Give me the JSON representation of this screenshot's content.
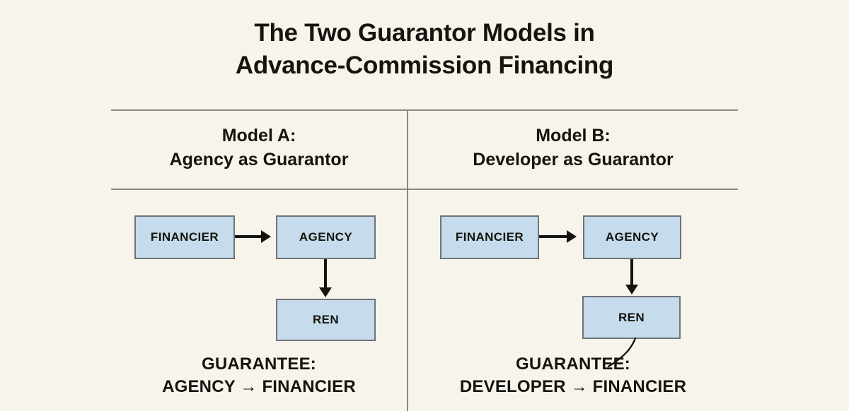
{
  "title": {
    "line1": "The Two Guarantor Models in",
    "line2": "Advance-Commission Financing"
  },
  "colors": {
    "background": "#f7f4ec",
    "node_fill": "#c6dcec",
    "node_border": "#6f7378",
    "rule": "#8a8880",
    "text": "#15140f",
    "arrow": "#15140f"
  },
  "columns": [
    {
      "id": "model-a",
      "heading_line1": "Model A:",
      "heading_line2": "Agency as Guarantor",
      "nodes": [
        {
          "id": "financier",
          "label": "FINANCIER"
        },
        {
          "id": "agency",
          "label": "AGENCY"
        },
        {
          "id": "ren",
          "label": "REN"
        }
      ],
      "edges": [
        {
          "from": "financier",
          "to": "agency",
          "direction": "horizontal"
        },
        {
          "from": "agency",
          "to": "ren",
          "direction": "vertical"
        }
      ],
      "guarantee_line1": "GUARANTEE:",
      "guarantee_line2": "AGENCY → FINANCIER"
    },
    {
      "id": "model-b",
      "heading_line1": "Model B:",
      "heading_line2": "Developer as Guarantor",
      "nodes": [
        {
          "id": "financier",
          "label": "FINANCIER"
        },
        {
          "id": "agency",
          "label": "AGENCY"
        },
        {
          "id": "ren",
          "label": "REN"
        }
      ],
      "edges": [
        {
          "from": "financier",
          "to": "agency",
          "direction": "horizontal"
        },
        {
          "from": "agency",
          "to": "ren",
          "direction": "vertical"
        },
        {
          "from": "ren",
          "to": "guarantee",
          "direction": "curved-tail"
        }
      ],
      "guarantee_line1": "GUARANTEE:",
      "guarantee_line2": "DEVELOPER → FINANCIER"
    }
  ]
}
